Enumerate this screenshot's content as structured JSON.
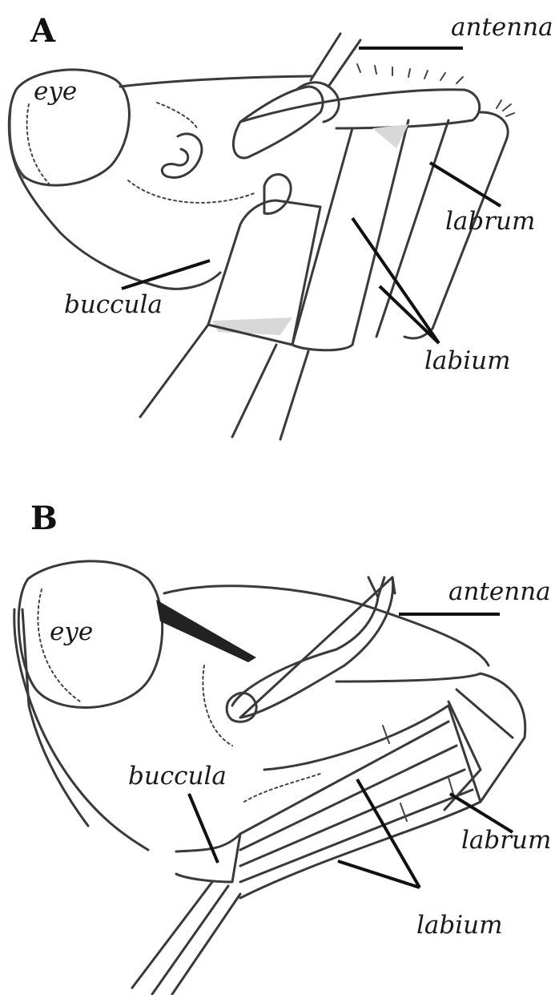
{
  "figure": {
    "panels": [
      {
        "letter": "A",
        "labels": {
          "eye": "eye",
          "antenna": "antenna",
          "labrum": "labrum",
          "buccula": "buccula",
          "labium": "labium"
        }
      },
      {
        "letter": "B",
        "labels": {
          "eye": "eye",
          "antenna": "antenna",
          "buccula": "buccula",
          "labrum": "labrum",
          "labium": "labium"
        }
      }
    ],
    "colors": {
      "ink": "#3a3a3a",
      "leader": "#111111",
      "shade": "#d8d8d8",
      "background": "#ffffff"
    }
  }
}
